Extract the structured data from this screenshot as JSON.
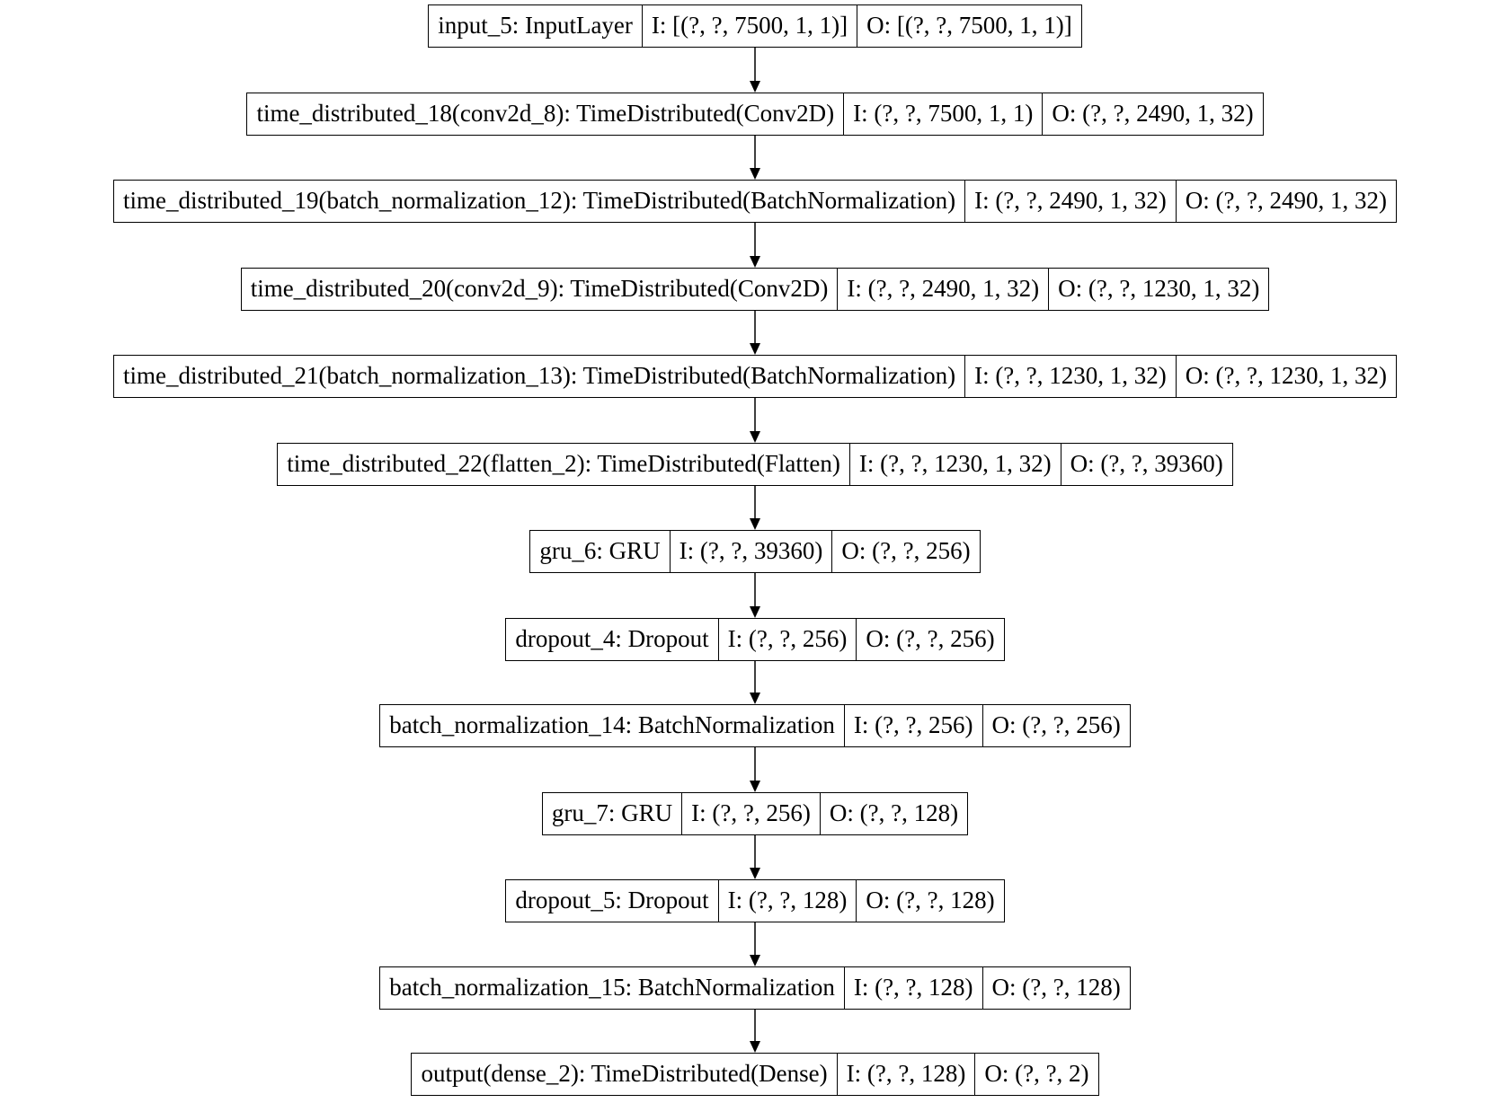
{
  "layers": [
    {
      "name": "input_5: InputLayer",
      "input": "I: [(?, ?, 7500, 1, 1)]",
      "output": "O: [(?, ?, 7500, 1, 1)]"
    },
    {
      "name": "time_distributed_18(conv2d_8): TimeDistributed(Conv2D)",
      "input": "I: (?, ?, 7500, 1, 1)",
      "output": "O: (?, ?, 2490, 1, 32)"
    },
    {
      "name": "time_distributed_19(batch_normalization_12): TimeDistributed(BatchNormalization)",
      "input": "I: (?, ?, 2490, 1, 32)",
      "output": "O: (?, ?, 2490, 1, 32)"
    },
    {
      "name": "time_distributed_20(conv2d_9): TimeDistributed(Conv2D)",
      "input": "I: (?, ?, 2490, 1, 32)",
      "output": "O: (?, ?, 1230, 1, 32)"
    },
    {
      "name": "time_distributed_21(batch_normalization_13): TimeDistributed(BatchNormalization)",
      "input": "I: (?, ?, 1230, 1, 32)",
      "output": "O: (?, ?, 1230, 1, 32)"
    },
    {
      "name": "time_distributed_22(flatten_2): TimeDistributed(Flatten)",
      "input": "I: (?, ?, 1230, 1, 32)",
      "output": "O: (?, ?, 39360)"
    },
    {
      "name": "gru_6: GRU",
      "input": "I: (?, ?, 39360)",
      "output": "O: (?, ?, 256)"
    },
    {
      "name": "dropout_4: Dropout",
      "input": "I: (?, ?, 256)",
      "output": "O: (?, ?, 256)"
    },
    {
      "name": "batch_normalization_14: BatchNormalization",
      "input": "I: (?, ?, 256)",
      "output": "O: (?, ?, 256)"
    },
    {
      "name": "gru_7: GRU",
      "input": "I: (?, ?, 256)",
      "output": "O: (?, ?, 128)"
    },
    {
      "name": "dropout_5: Dropout",
      "input": "I: (?, ?, 128)",
      "output": "O: (?, ?, 128)"
    },
    {
      "name": "batch_normalization_15: BatchNormalization",
      "input": "I: (?, ?, 128)",
      "output": "O: (?, ?, 128)"
    },
    {
      "name": "output(dense_2): TimeDistributed(Dense)",
      "input": "I: (?, ?, 128)",
      "output": "O: (?, ?, 2)"
    }
  ]
}
